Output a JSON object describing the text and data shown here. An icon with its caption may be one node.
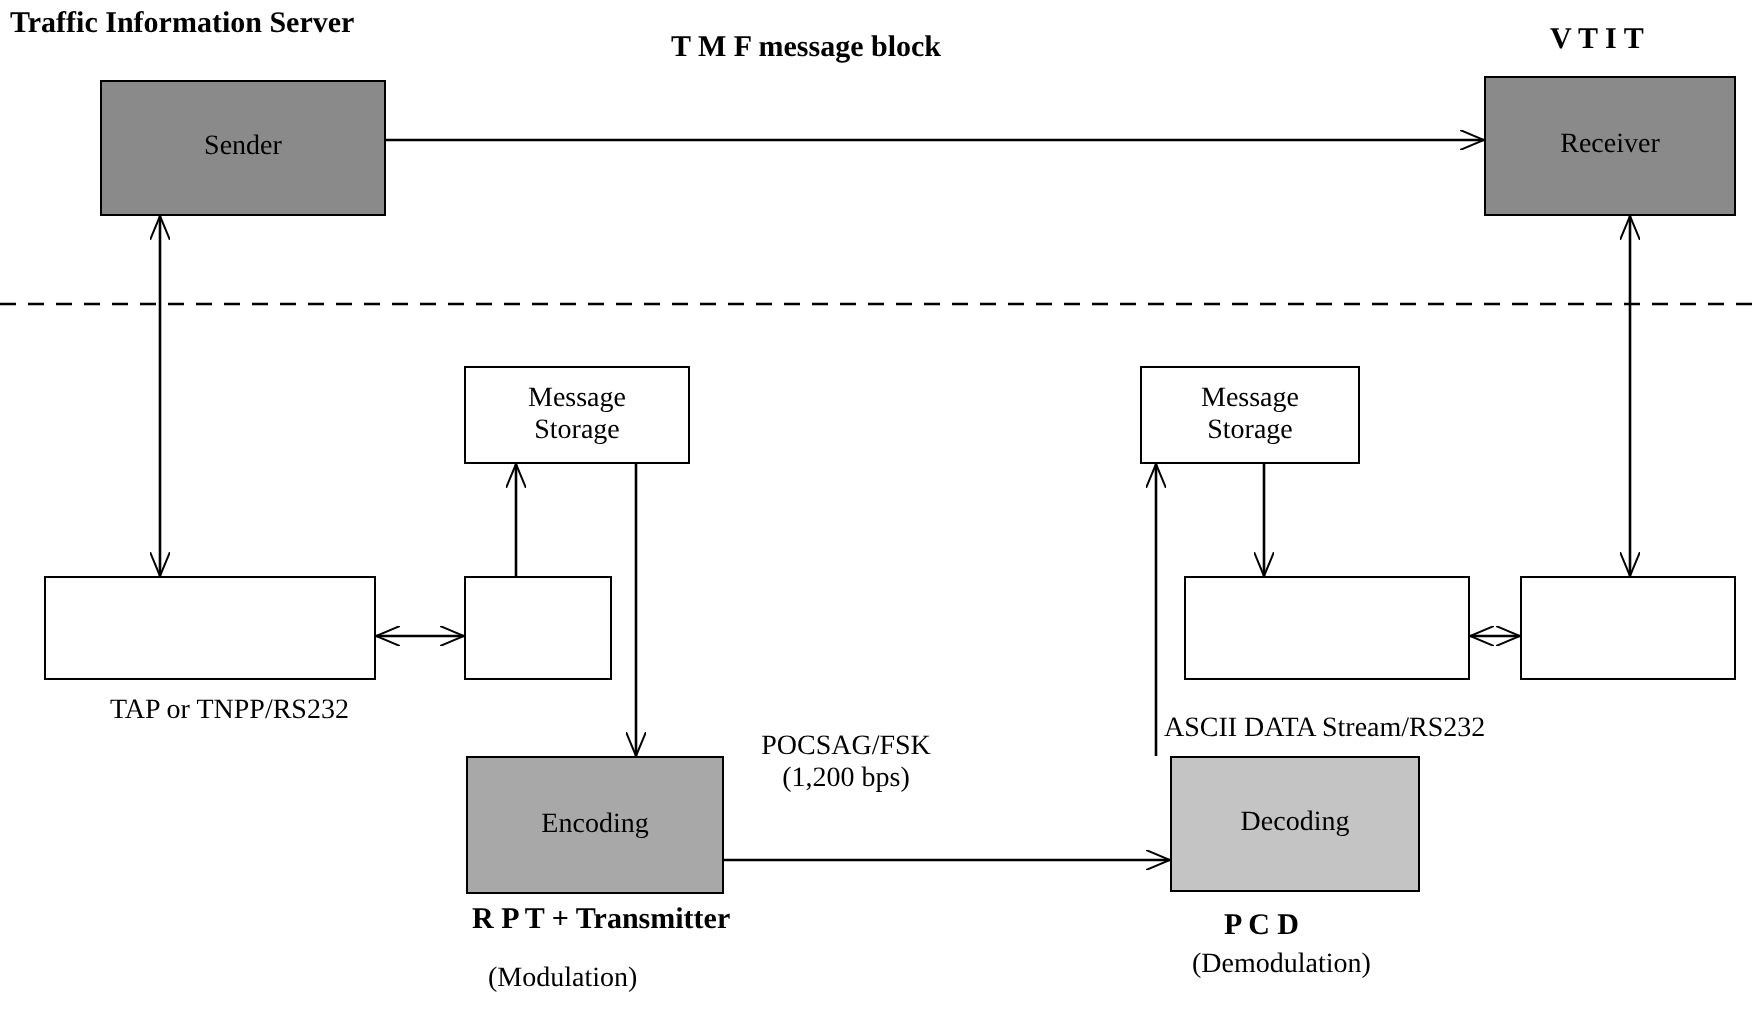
{
  "diagram": {
    "title": "Traffic Information Server",
    "nodes": [
      {
        "text": [
          "Sender"
        ]
      },
      {
        "text": [
          "Receiver"
        ],
        "beside": [
          "V T I T"
        ]
      },
      {
        "text": [
          "Message Storage"
        ]
      },
      {
        "text": [],
        "shape": "box"
      },
      {
        "text": [],
        "shape": "box"
      },
      {
        "text": [
          "Encoding"
        ],
        "beside": [
          "R P T + Transmitter",
          "(Modulation)"
        ]
      },
      {
        "text": [
          "Message Storage"
        ]
      },
      {
        "text": [],
        "shape": "box"
      },
      {
        "text": [],
        "shape": "box"
      },
      {
        "text": [
          "Decoding"
        ],
        "beside": [
          "P C D",
          "(Demodulation)"
        ]
      }
    ],
    "edges": [
      {
        "from": 0,
        "to": 1,
        "arrow": "to",
        "label": "T M F message block"
      },
      {
        "from": 0,
        "to": 3,
        "arrow": "both"
      },
      {
        "from": 3,
        "to": 4,
        "arrow": "both"
      },
      {
        "from": 4,
        "to": 2,
        "arrow": "to"
      },
      {
        "from": 2,
        "to": 5,
        "arrow": "to"
      },
      {
        "from": 5,
        "to": 9,
        "arrow": "to",
        "label": "POCSAG/FSK (1,200 bps)"
      },
      {
        "from": 9,
        "to": 6,
        "arrow": "to"
      },
      {
        "from": 6,
        "to": 7,
        "arrow": "to"
      },
      {
        "from": 7,
        "to": 8,
        "arrow": "both"
      },
      {
        "from": 8,
        "to": 1,
        "arrow": "both"
      }
    ],
    "labels": [
      "TAP or TNPP/RS232",
      "ASCII DATA Stream/RS232"
    ]
  }
}
